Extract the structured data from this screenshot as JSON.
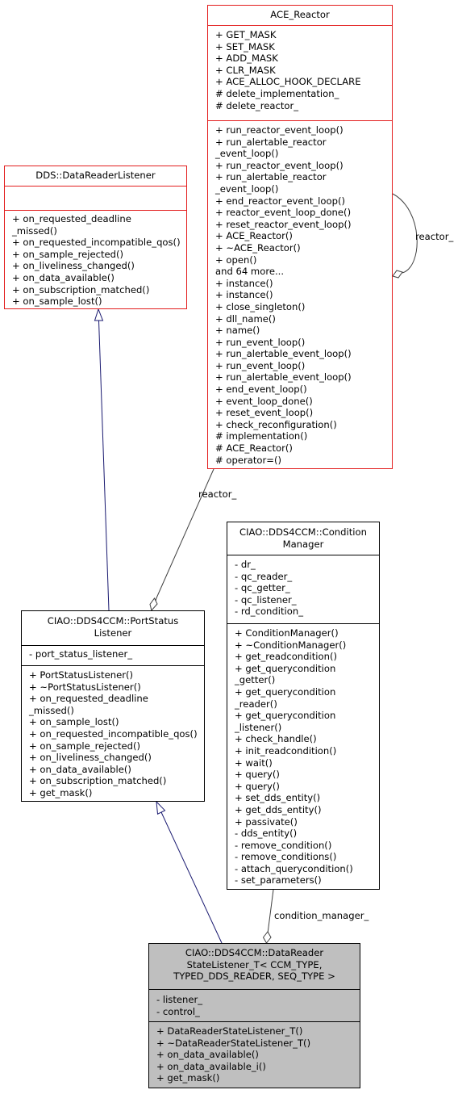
{
  "classes": {
    "ace_reactor": {
      "title": [
        "ACE_Reactor"
      ],
      "attributes": [
        "+ GET_MASK",
        "+ SET_MASK",
        "+ ADD_MASK",
        "+ CLR_MASK",
        "+ ACE_ALLOC_HOOK_DECLARE",
        "# delete_implementation_",
        "# delete_reactor_"
      ],
      "methods": [
        "+ run_reactor_event_loop()",
        "+ run_alertable_reactor",
        "_event_loop()",
        "+ run_reactor_event_loop()",
        "+ run_alertable_reactor",
        "_event_loop()",
        "+ end_reactor_event_loop()",
        "+ reactor_event_loop_done()",
        "+ reset_reactor_event_loop()",
        "+ ACE_Reactor()",
        "+ ~ACE_Reactor()",
        "+ open()",
        "and 64 more...",
        "+ instance()",
        "+ instance()",
        "+ close_singleton()",
        "+ dll_name()",
        "+ name()",
        "+ run_event_loop()",
        "+ run_alertable_event_loop()",
        "+ run_event_loop()",
        "+ run_alertable_event_loop()",
        "+ end_event_loop()",
        "+ event_loop_done()",
        "+ reset_event_loop()",
        "+ check_reconfiguration()",
        "# implementation()",
        "# ACE_Reactor()",
        "# operator=()"
      ]
    },
    "dds_listener": {
      "title": [
        "DDS::DataReaderListener"
      ],
      "attributes": [],
      "methods": [
        "+ on_requested_deadline",
        "_missed()",
        "+ on_requested_incompatible_qos()",
        "+ on_sample_rejected()",
        "+ on_liveliness_changed()",
        "+ on_data_available()",
        "+ on_subscription_matched()",
        "+ on_sample_lost()"
      ]
    },
    "condition_manager": {
      "title": [
        "CIAO::DDS4CCM::Condition",
        "Manager"
      ],
      "attributes": [
        "- dr_",
        "- qc_reader_",
        "- qc_getter_",
        "- qc_listener_",
        "- rd_condition_"
      ],
      "methods": [
        "+ ConditionManager()",
        "+ ~ConditionManager()",
        "+ get_readcondition()",
        "+ get_querycondition",
        "_getter()",
        "+ get_querycondition",
        "_reader()",
        "+ get_querycondition",
        "_listener()",
        "+ check_handle()",
        "+ init_readcondition()",
        "+ wait()",
        "+ query()",
        "+ query()",
        "+ set_dds_entity()",
        "+ get_dds_entity()",
        "+ passivate()",
        "- dds_entity()",
        "- remove_condition()",
        "- remove_conditions()",
        "- attach_querycondition()",
        "- set_parameters()"
      ]
    },
    "port_status_listener": {
      "title": [
        "CIAO::DDS4CCM::PortStatus",
        "Listener"
      ],
      "attributes": [
        "- port_status_listener_"
      ],
      "methods": [
        "+ PortStatusListener()",
        "+ ~PortStatusListener()",
        "+ on_requested_deadline",
        "_missed()",
        "+ on_sample_lost()",
        "+ on_requested_incompatible_qos()",
        "+ on_sample_rejected()",
        "+ on_liveliness_changed()",
        "+ on_data_available()",
        "+ on_subscription_matched()",
        "+ get_mask()"
      ]
    },
    "datareader_state_listener": {
      "title": [
        "CIAO::DDS4CCM::DataReader",
        "StateListener_T< CCM_TYPE,",
        " TYPED_DDS_READER, SEQ_TYPE >"
      ],
      "attributes": [
        "- listener_",
        "- control_"
      ],
      "methods": [
        "+ DataReaderStateListener_T()",
        "+ ~DataReaderStateListener_T()",
        "+ on_data_available()",
        "+ on_data_available_i()",
        "+ get_mask()"
      ]
    }
  },
  "edges": {
    "reactor_self": "reactor_",
    "reactor_to_port": "reactor_",
    "condition_manager_to_state": "condition_manager_"
  },
  "colors": {
    "box_border_red": "#e31e1e",
    "box_border_black": "#000000",
    "focus_fill": "#bfbfbf",
    "inheritance_arrow": "#191970",
    "association": "#404040"
  }
}
